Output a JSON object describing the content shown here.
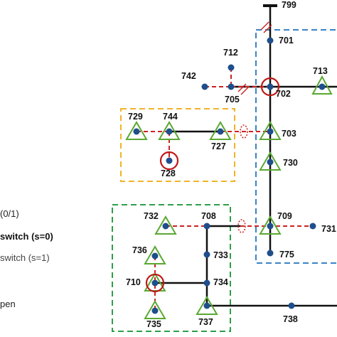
{
  "colors": {
    "line": "#111111",
    "tie_switch": "#cc2222",
    "node": "#1f4e8c",
    "triangle": "#5aa832",
    "circle": "#c01818",
    "box_orange": "#f0b429",
    "box_green": "#2e9e4a",
    "box_blue": "#3a83c4"
  },
  "nodes": {
    "n799": "799",
    "n701": "701",
    "n712": "712",
    "n742": "742",
    "n705": "705",
    "n702": "702",
    "n713": "713",
    "n729": "729",
    "n744": "744",
    "n727": "727",
    "n703": "703",
    "n728": "728",
    "n730": "730",
    "n732": "732",
    "n708": "708",
    "n709": "709",
    "n731": "731",
    "n736": "736",
    "n733": "733",
    "n775": "775",
    "n710": "710",
    "n734": "734",
    "n735": "735",
    "n737": "737",
    "n738": "738"
  },
  "legend": {
    "row1": "(0/1)",
    "row2": "switch (s=0)",
    "row3": "switch (s=1)",
    "row4": "pen"
  },
  "icons": [
    "source-bus-icon",
    "triangle-der-icon",
    "circle-marker-icon",
    "switch-hatch-icon",
    "open-switch-icon"
  ]
}
